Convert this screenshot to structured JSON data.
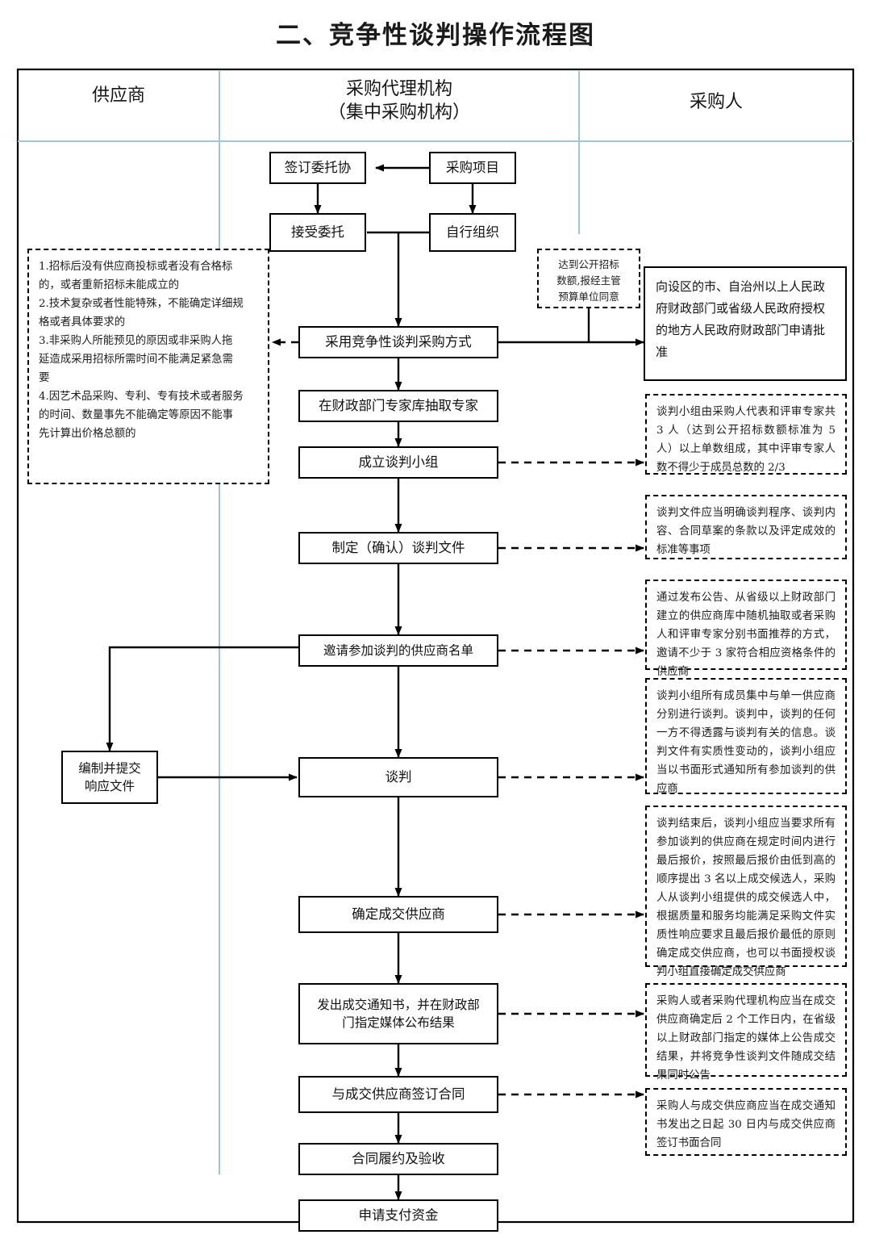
{
  "title": "二、竞争性谈判操作流程图",
  "columns": [
    {
      "id": "supplier",
      "label": "供应商"
    },
    {
      "id": "agency",
      "label": "采购代理机构\n（集中采购机构）"
    },
    {
      "id": "purchaser",
      "label": "采购人"
    }
  ],
  "header": {
    "col1": "供应商",
    "col2_line1": "采购代理机构",
    "col2_line2": "（集中采购机构）",
    "col3": "采购人"
  },
  "nodes": {
    "sign_entrust": "签订委托协",
    "purchase_project": "采购项目",
    "accept_entrust": "接受委托",
    "self_organize": "自行组织",
    "adopt_method": "采用竞争性谈判采购方式",
    "draw_experts": "在财政部门专家库抽取专家",
    "form_group": "成立谈判小组",
    "make_docs": "制定（确认）谈判文件",
    "invite_list": "邀请参加谈判的供应商名单",
    "prepare_response_l1": "编制并提交",
    "prepare_response_l2": "响应文件",
    "negotiation": "谈判",
    "determine_winner": "确定成交供应商",
    "issue_notice_l1": "发出成交通知书，并在财政部",
    "issue_notice_l2": "门指定媒体公布结果",
    "sign_contract": "与成交供应商签订合同",
    "perform_accept": "合同履约及验收",
    "apply_payment": "申请支付资金"
  },
  "notes": {
    "conditions": {
      "line1": "1.招标后没有供应商投标或者没有合格标",
      "line2": "的，或者重新招标未能成立的",
      "line3": "2.技术复杂或者性能特殊，不能确定详细规",
      "line4": "格或者具体要求的",
      "line5": "3.非采购人所能预见的原因或非采购人拖",
      "line6": "延造成采用招标所需时间不能满足紧急需",
      "line7": "要",
      "line8": "4.因艺术品采购、专利、专有技术或者服务",
      "line9": "的时间、数量事先不能确定等原因不能事",
      "line10": "先计算出价格总额的"
    },
    "threshold": {
      "line1": "达到公开招标",
      "line2": "数额,报经主管",
      "line3": "预算单位同意"
    },
    "approval": "向设区的市、自治州以上人民政府财政部门或省级人民政府授权的地方人民政府财政部门申请批准",
    "group_composition": "谈判小组由采购人代表和评审专家共 3 人（达到公开招标数额标准为 5 人）以上单数组成，其中评审专家人数不得少于成员总数的 2/3",
    "docs_requirement": "谈判文件应当明确谈判程序、谈判内容、合同草案的条款以及评定成效的标准等事项",
    "invite_requirement": "通过发布公告、从省级以上财政部门建立的供应商库中随机抽取或者采购人和评审专家分别书面推荐的方式，邀请不少于 3 家符合相应资格条件的供应商",
    "negotiation_rule": "谈判小组所有成员集中与单一供应商分别进行谈判。谈判中，谈判的任何一方不得透露与谈判有关的信息。谈判文件有实质性变动的，谈判小组应当以书面形式通知所有参加谈判的供应商",
    "final_quote_rule": "谈判结束后，谈判小组应当要求所有参加谈判的供应商在规定时间内进行最后报价，按照最后报价由低到高的顺序提出 3 名以上成交候选人，采购人从谈判小组提供的成交候选人中，根据质量和服务均能满足采购文件实质性响应要求且最后报价最低的原则确定成交供应商，也可以书面授权谈判小组直接确定成交供应商",
    "announce_rule": "采购人或者采购代理机构应当在成交供应商确定后 2 个工作日内，在省级以上财政部门指定的媒体上公告成交结果，并将竞争性谈判文件随成交结果同时公告",
    "contract_rule": "采购人与成交供应商应当在成交通知书发出之日起 30 日内与成交供应商签订书面合同"
  },
  "colors": {
    "line": "#000000",
    "column_separator": "#9ec6d4",
    "background": "#ffffff"
  }
}
